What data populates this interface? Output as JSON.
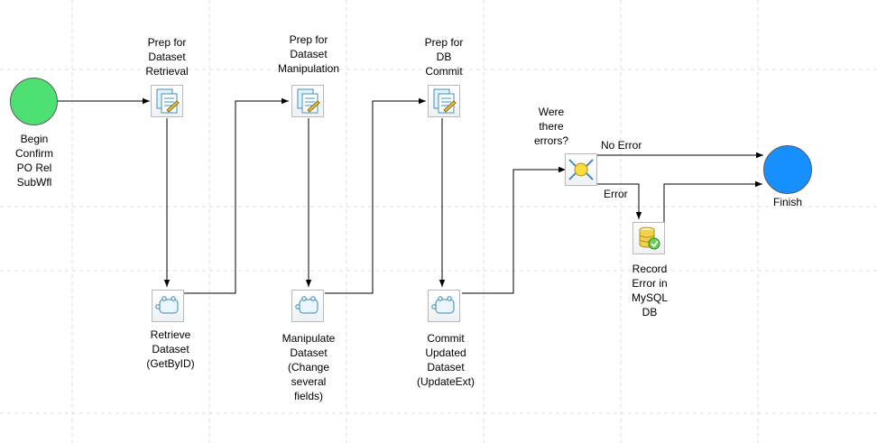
{
  "colors": {
    "start": "#4fe074",
    "finish": "#1690ff",
    "edge": "#000000",
    "grid": "#dedede"
  },
  "nodes": {
    "begin": {
      "label": "Begin\nConfirm\nPO Rel\nSubWfl",
      "icon": "start-circle"
    },
    "prep_retrieval": {
      "label": "Prep for\nDataset\nRetrieval",
      "icon": "script-document-icon"
    },
    "prep_manipulation": {
      "label": "Prep for\nDataset\nManipulation",
      "icon": "script-document-icon"
    },
    "prep_commit": {
      "label": "Prep for\nDB\nCommit",
      "icon": "script-document-icon"
    },
    "retrieve": {
      "label": "Retrieve\nDataset\n(GetByID)",
      "icon": "service-call-icon"
    },
    "manipulate": {
      "label": "Manipulate\nDataset\n(Change\nseveral\nfields)",
      "icon": "service-call-icon"
    },
    "commit": {
      "label": "Commit\nUpdated\nDataset\n(UpdateExt)",
      "icon": "service-call-icon"
    },
    "decision": {
      "label": "Were\nthere\nerrors?",
      "icon": "decision-icon"
    },
    "record_error": {
      "label": "Record\nError in\nMySQL\nDB",
      "icon": "database-icon"
    },
    "finish": {
      "label": "Finish",
      "icon": "finish-circle"
    }
  },
  "edges": {
    "no_error": "No Error",
    "error": "Error"
  }
}
